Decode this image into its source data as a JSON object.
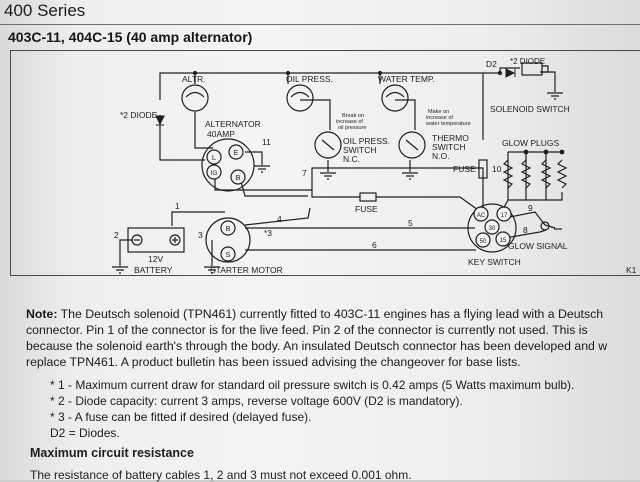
{
  "header": {
    "series_title": "400 Series",
    "diagram_title": "403C-11, 404C-15 (40 amp alternator)"
  },
  "diagram": {
    "labels": {
      "altr": "ALTR.",
      "oil_press": "OIL PRESS.",
      "water_temp": "WATER TEMP.",
      "d2": "D2",
      "d2_note": "*2 DIODE",
      "diode_left": "*2 DIODE",
      "solenoid_switch": "SOLENOID SWITCH",
      "alternator_1": "ALTERNATOR",
      "alternator_2": "40AMP",
      "break_on_1": "Break on",
      "break_on_2": "increase of",
      "break_on_3": "oil pressure",
      "make_on_1": "Make on",
      "make_on_2": "increase of",
      "make_on_3": "water temperature",
      "oil_switch_1": "OIL PRESS.",
      "oil_switch_2": "SWITCH",
      "oil_switch_3": "N.C.",
      "thermo_1": "THERMO",
      "thermo_2": "SWITCH",
      "thermo_3": "N.O.",
      "glow_plugs": "GLOW PLUGS",
      "fuse_right": "FUSE",
      "fuse_center": "FUSE",
      "battery_12v": "12V",
      "battery": "BATTERY",
      "starter_motor": "STARTER MOTOR",
      "key_switch": "KEY SWITCH",
      "glow_signal": "GLOW SIGNAL",
      "star3": "*3",
      "corner_code": "K1"
    },
    "terminals": {
      "L": "L",
      "E": "E",
      "IG": "IG",
      "B": "B",
      "S": "S",
      "Bm": "B",
      "AC": "AC",
      "t17": "17",
      "t30": "30",
      "t15": "15",
      "t50": "50"
    },
    "wire_numbers": [
      "1",
      "2",
      "3",
      "4",
      "5",
      "6",
      "7",
      "8",
      "9",
      "10",
      "11"
    ]
  },
  "note": {
    "lead": "Note:",
    "lines": [
      " The Deutsch solenoid (TPN461) currently fitted to 403C-11 engines has a flying lead with a Deutsch",
      "connector. Pin 1 of the connector is for the live feed. Pin 2 of the connector is currently not used. This is",
      "because the solenoid earth's through the body. An insulated Deutsch connector has been developed and w",
      "replace TPN461. A product bulletin has been issued advising the changeover for base lists."
    ]
  },
  "footnotes": [
    "* 1 - Maximum current draw for standard oil pressure switch is 0.42 amps (5 Watts maximum bulb).",
    "* 2 - Diode capacity: current 3 amps, reverse voltage 600V (D2 is mandatory).",
    "* 3 - A fuse can be fitted if desired (delayed fuse).",
    "D2 = Diodes."
  ],
  "resistance": {
    "heading": "Maximum circuit resistance",
    "text": "The resistance of battery cables 1, 2 and 3 must not exceed 0.001 ohm."
  }
}
